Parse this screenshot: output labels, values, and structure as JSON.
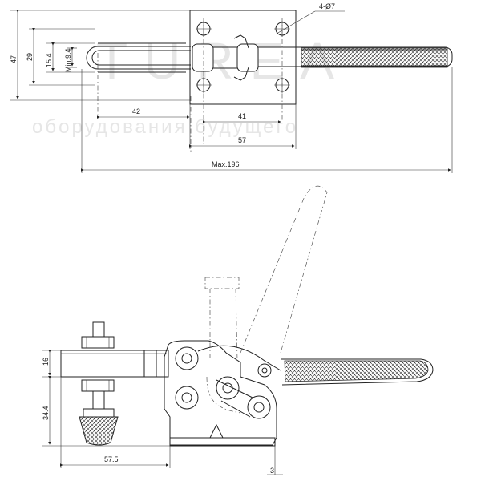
{
  "watermark": {
    "brand": "TUREA",
    "slogan": "оборудования будущего"
  },
  "top_view": {
    "holes_label": "4-Ø7",
    "dim_47": "47",
    "dim_29": "29",
    "dim_15_4": "15.4",
    "dim_min_9_4": "Min.9.4",
    "dim_42": "42",
    "dim_41": "41",
    "dim_57": "57",
    "dim_max_196": "Max.196"
  },
  "side_view": {
    "dim_16": "16",
    "dim_34_4": "34.4",
    "dim_57_5": "57.5",
    "dim_3": "3"
  }
}
